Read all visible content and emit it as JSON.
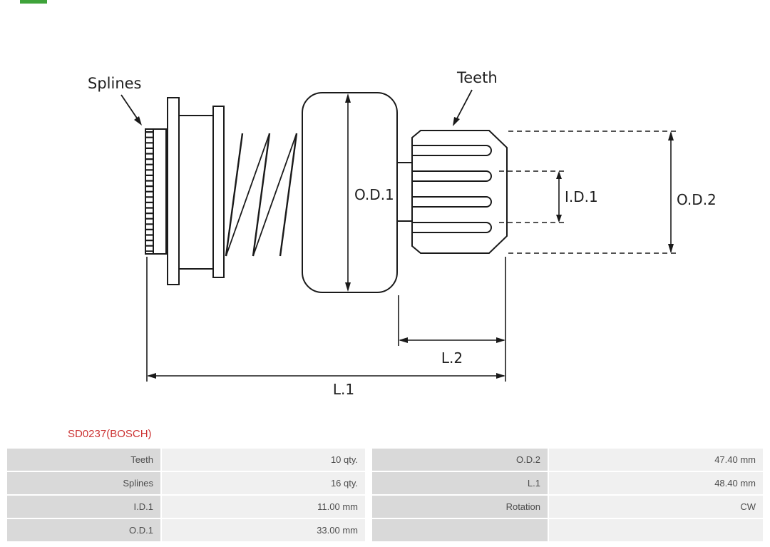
{
  "colors": {
    "title_red": "#cc3333",
    "logo_green": "#3fa33a",
    "table_label_bg": "#d9d9d9",
    "table_value_bg": "#f0f0f0"
  },
  "drawing": {
    "labels": {
      "splines": "Splines",
      "teeth": "Teeth",
      "od1": "O.D.1",
      "id1": "I.D.1",
      "od2": "O.D.2",
      "l2": "L.2",
      "l1": "L.1"
    }
  },
  "title": "SD0237(BOSCH)",
  "spec_table": {
    "left_rows": [
      {
        "label": "Teeth",
        "value": "10 qty."
      },
      {
        "label": "Splines",
        "value": "16 qty."
      },
      {
        "label": "I.D.1",
        "value": "11.00 mm"
      },
      {
        "label": "O.D.1",
        "value": "33.00 mm"
      }
    ],
    "right_rows": [
      {
        "label": "O.D.2",
        "value": "47.40 mm"
      },
      {
        "label": "L.1",
        "value": "48.40 mm"
      },
      {
        "label": "Rotation",
        "value": "CW"
      },
      {
        "label": "",
        "value": ""
      }
    ]
  }
}
